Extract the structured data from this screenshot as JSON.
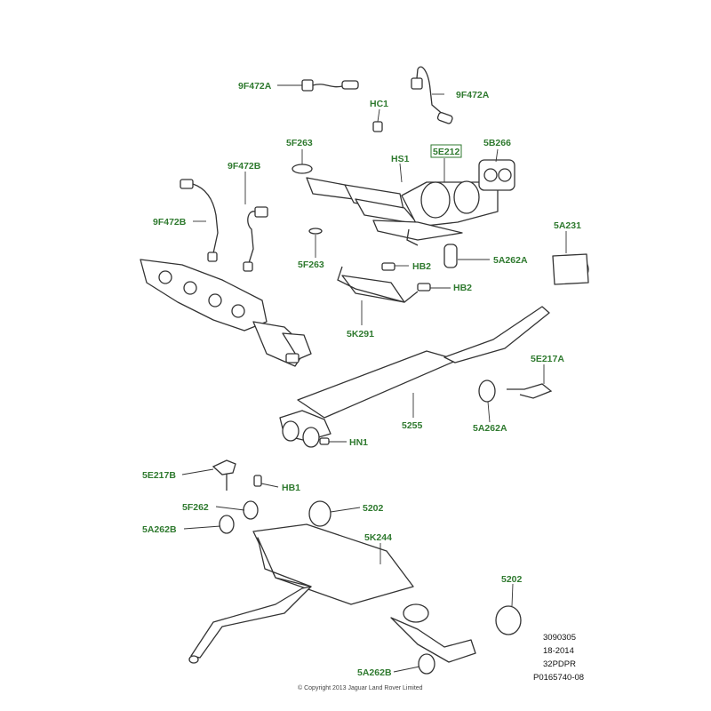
{
  "labels": {
    "l_9f472a_left": "9F472A",
    "l_9f472a_right": "9F472A",
    "l_hc1": "HC1",
    "l_5f263_top": "5F263",
    "l_hs1": "HS1",
    "l_5e212": "5E212",
    "l_5b266": "5B266",
    "l_9f472b_top": "9F472B",
    "l_9f472b_left": "9F472B",
    "l_5a231": "5A231",
    "l_5f263_bottom": "5F263",
    "l_hb2_top": "HB2",
    "l_5a262a_top": "5A262A",
    "l_hb2_bottom": "HB2",
    "l_5k291": "5K291",
    "l_5e217a": "5E217A",
    "l_5255": "5255",
    "l_5a262a_bottom": "5A262A",
    "l_hn1": "HN1",
    "l_5e217b": "5E217B",
    "l_hb1": "HB1",
    "l_5f262": "5F262",
    "l_5202_top": "5202",
    "l_5a262b_left": "5A262B",
    "l_5k244": "5K244",
    "l_5202_right": "5202",
    "l_5a262b_bottom": "5A262B"
  },
  "reference": {
    "line1": "3090305",
    "line2": "18-2014",
    "line3": "32PDPR",
    "line4": "P0165740-08"
  },
  "copyright": "© Copyright 2013 Jaguar Land Rover Limited"
}
